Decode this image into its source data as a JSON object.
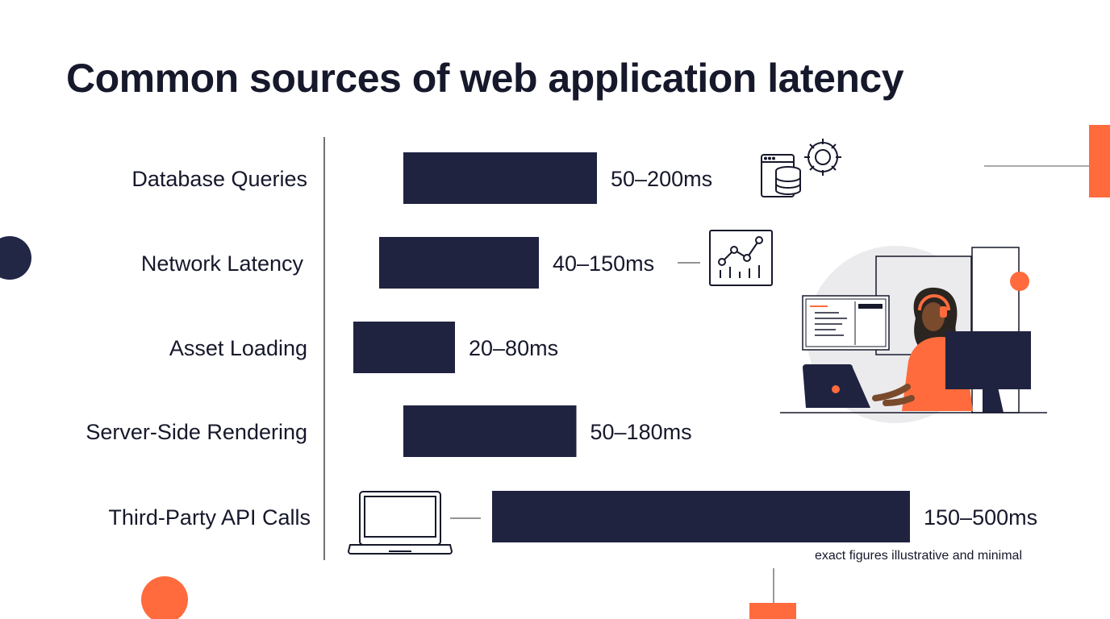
{
  "title": "Common sources of web application latency",
  "footnote": "exact figures illustrative and minimal",
  "colors": {
    "bar": "#1f2340",
    "accent": "#ff6b3d",
    "ink": "#16182b",
    "light": "#ebebed"
  },
  "icons": [
    "database-settings-icon",
    "line-chart-icon",
    "laptop-icon",
    "person-at-computer-illustration"
  ],
  "chart_data": {
    "type": "bar",
    "orientation": "horizontal",
    "title": "Common sources of web application latency",
    "categories": [
      "Database Queries",
      "Network Latency",
      "Asset Loading",
      "Server-Side Rendering",
      "Third-Party API Calls"
    ],
    "ranges": [
      [
        50,
        200
      ],
      [
        40,
        150
      ],
      [
        20,
        80
      ],
      [
        50,
        180
      ],
      [
        150,
        500
      ]
    ],
    "value_labels": [
      "50–200ms",
      "40–150ms",
      "20–80ms",
      "50–180ms",
      "150–500ms"
    ],
    "unit": "ms",
    "grid": false,
    "legend": "none"
  }
}
